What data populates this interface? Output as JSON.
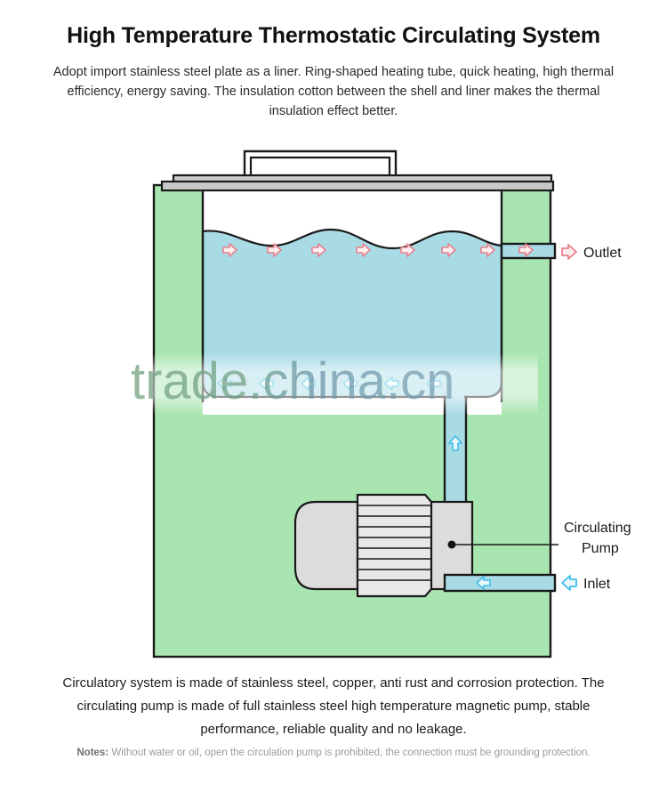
{
  "header": {
    "title": "High Temperature Thermostatic Circulating System",
    "intro": "Adopt import stainless steel plate as a liner. Ring-shaped heating tube, quick heating, high thermal efficiency, energy saving. The insulation cotton between the shell and liner makes the thermal insulation effect better."
  },
  "diagram": {
    "labels": {
      "outlet": "Outlet",
      "inlet": "Inlet",
      "pump_line1": "Circulating",
      "pump_line2": "Pump"
    },
    "icons": {
      "outlet_arrow": "arrow-right-icon",
      "inlet_arrow": "arrow-left-icon",
      "hot_flow_arrow": "arrow-right-icon",
      "cold_flow_arrow": "arrow-left-icon",
      "riser_arrow": "arrow-up-icon",
      "pump_callout_dot": "callout-dot-icon",
      "lid_handle": "handle-icon"
    },
    "colors": {
      "insulation_green": "#a9e5b0",
      "water_blue": "#a9dbe5",
      "pipe_blue": "#a9dbe5",
      "lid_gray": "#c9c9c9",
      "pump_gray": "#dcdcdc",
      "outline": "#1a1a1a",
      "hot_arrow": "#e8808c",
      "cold_arrow": "#3cbde8"
    },
    "counts": {
      "hot_arrows_inside": 7,
      "hot_arrow_in_outlet_pipe": 1,
      "cold_arrows_inside": 6
    }
  },
  "watermark": {
    "text": "trade.china.cn"
  },
  "footer": {
    "body": "Circulatory system is made of stainless steel, copper, anti rust and corrosion protection. The circulating pump is made of full stainless steel high temperature magnetic pump, stable performance, reliable quality and no leakage.",
    "notes_label": "Notes:",
    "notes_text": "Without water or oil, open the circulation pump is prohibited, the connection must be grounding protection."
  }
}
